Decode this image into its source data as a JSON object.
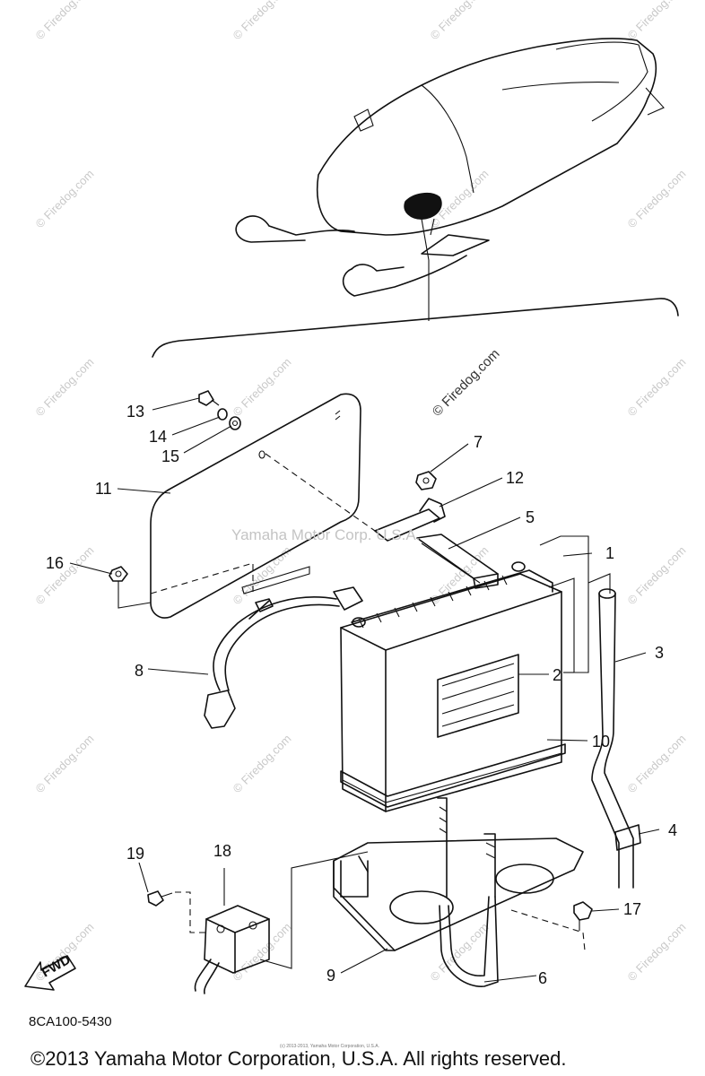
{
  "diagram": {
    "callouts": [
      {
        "num": "1"
      },
      {
        "num": "2"
      },
      {
        "num": "3"
      },
      {
        "num": "4"
      },
      {
        "num": "5"
      },
      {
        "num": "6"
      },
      {
        "num": "7"
      },
      {
        "num": "8"
      },
      {
        "num": "9"
      },
      {
        "num": "10"
      },
      {
        "num": "11"
      },
      {
        "num": "12"
      },
      {
        "num": "13"
      },
      {
        "num": "14"
      },
      {
        "num": "15"
      },
      {
        "num": "16"
      },
      {
        "num": "17"
      },
      {
        "num": "18"
      },
      {
        "num": "19"
      }
    ],
    "fwd_label": "FWD",
    "part_code": "8CA100-5430",
    "watermark_center": "Yamaha Motor Corp. U.S.A.",
    "watermark_site": "© Firedog.com",
    "watermark_site_dark": "© Firedog.com",
    "tiny_credit": "(c) 2013-2013, Yamaha Motor Corporation, U.S.A."
  },
  "footer": {
    "copyright": "©2013 Yamaha Motor Corporation, U.S.A. All rights reserved."
  }
}
